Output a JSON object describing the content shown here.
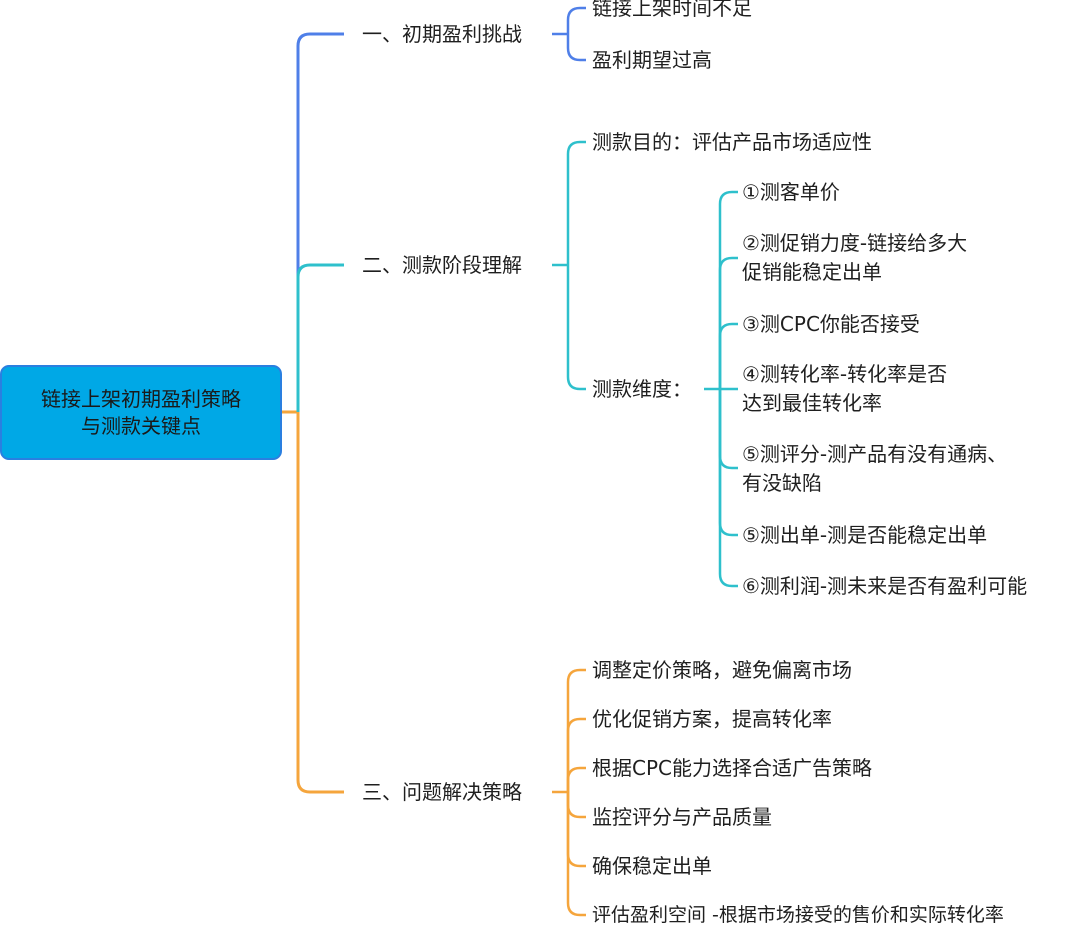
{
  "root": {
    "line1": "链接上架初期盈利策略",
    "line2": "与测款关键点"
  },
  "colors": {
    "branch1": "#4f7fe8",
    "branch2": "#2ec0cc",
    "branch3": "#f5a53c",
    "root_bg": "#00a8e6"
  },
  "branches": [
    {
      "label": "一、初期盈利挑战",
      "items": [
        "链接上架时间不足",
        "盈利期望过高"
      ]
    },
    {
      "label": "二、测款阶段理解",
      "items": [
        "测款目的：评估产品市场适应性",
        "测款维度："
      ],
      "dimensions": [
        {
          "line1": "①测客单价"
        },
        {
          "line1": "②测促销力度-链接给多大",
          "line2": "促销能稳定出单"
        },
        {
          "line1": "③测CPC你能否接受"
        },
        {
          "line1": "④测转化率-转化率是否",
          "line2": "达到最佳转化率"
        },
        {
          "line1": "⑤测评分-测产品有没有通病、",
          "line2": "有没缺陷"
        },
        {
          "line1": "⑤测出单-测是否能稳定出单"
        },
        {
          "line1": "⑥测利润-测未来是否有盈利可能"
        }
      ]
    },
    {
      "label": "三、问题解决策略",
      "items": [
        "调整定价策略，避免偏离市场",
        "优化促销方案，提高转化率",
        "根据CPC能力选择合适广告策略",
        "监控评分与产品质量",
        "确保稳定出单",
        "评估盈利空间 -根据市场接受的售价和实际转化率"
      ]
    }
  ]
}
